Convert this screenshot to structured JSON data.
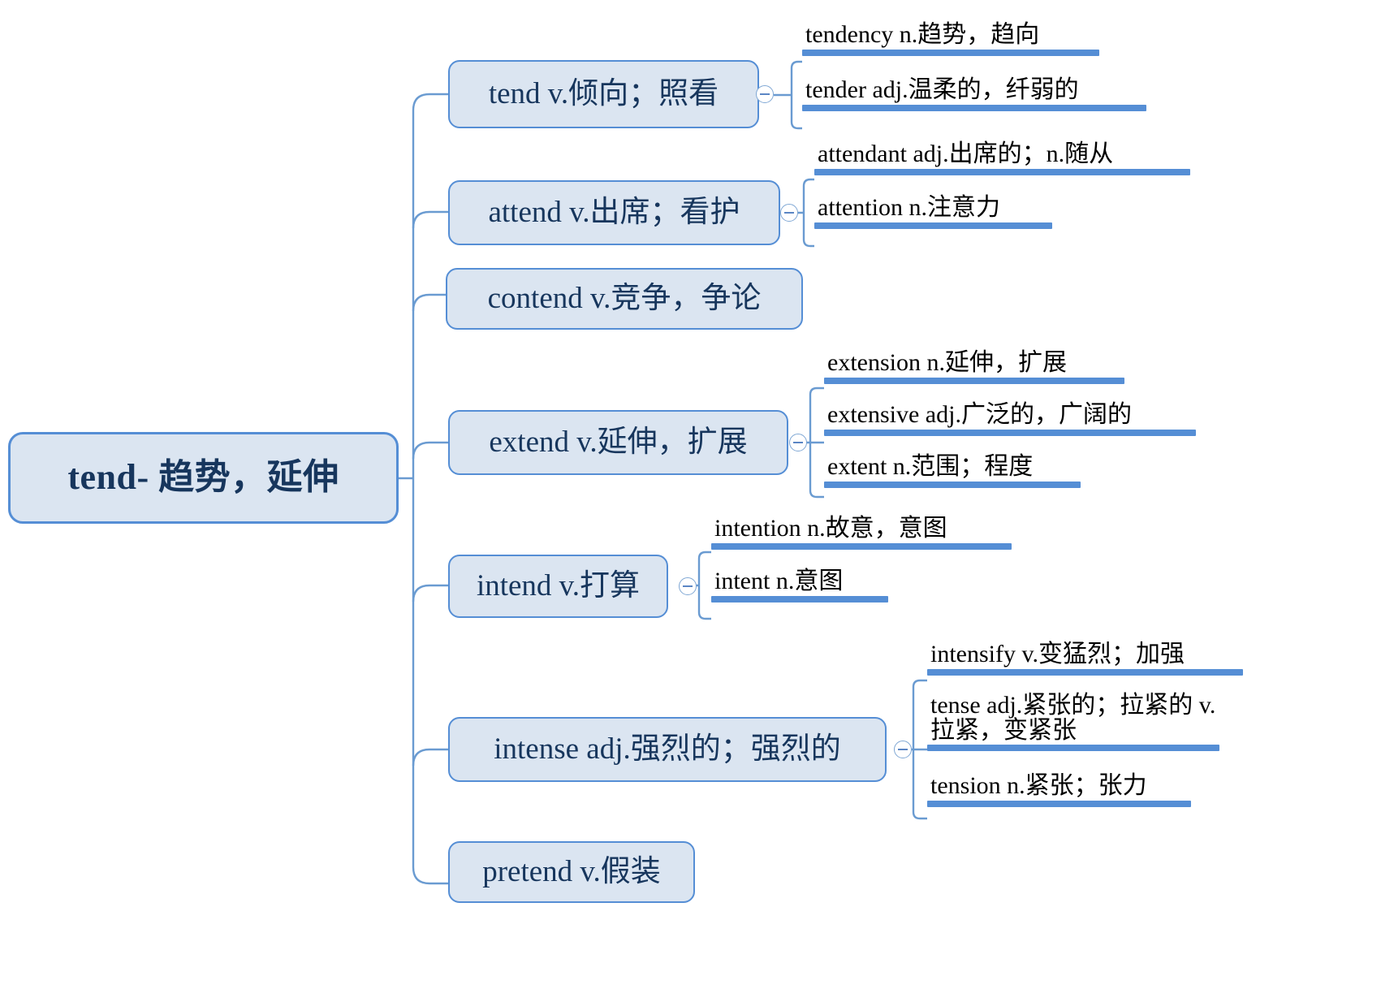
{
  "diagram": {
    "type": "mind-map",
    "title": "tend- 趋势，延伸",
    "colors": {
      "node_fill": "#dbe5f1",
      "node_border": "#558ed5",
      "root_text": "#17365d",
      "branch_text": "#17365d",
      "leaf_text": "#000000",
      "bar": "#558ed5",
      "connector": "#6a9bd1",
      "background": "#ffffff"
    },
    "root": {
      "label": "tend- 趋势，延伸"
    },
    "branches": [
      {
        "id": "tend",
        "label": "tend v.倾向；照看",
        "toggle_icon": "collapse-minus-icon",
        "children": [
          {
            "label": "tendency n.趋势，趋向"
          },
          {
            "label": "tender adj.温柔的，纤弱的"
          }
        ]
      },
      {
        "id": "attend",
        "label": "attend v.出席；看护",
        "toggle_icon": "collapse-minus-icon",
        "children": [
          {
            "label": "attendant adj.出席的；n.随从"
          },
          {
            "label": "attention n.注意力"
          }
        ]
      },
      {
        "id": "contend",
        "label": "contend v.竞争，争论",
        "toggle_icon": null,
        "children": []
      },
      {
        "id": "extend",
        "label": "extend v.延伸，扩展",
        "toggle_icon": "collapse-minus-icon",
        "children": [
          {
            "label": "extension n.延伸，扩展"
          },
          {
            "label": "extensive adj.广泛的，广阔的"
          },
          {
            "label": "extent n.范围；程度"
          }
        ]
      },
      {
        "id": "intend",
        "label": "intend v.打算",
        "toggle_icon": "collapse-minus-icon",
        "children": [
          {
            "label": "intention n.故意，意图"
          },
          {
            "label": "intent n.意图"
          }
        ]
      },
      {
        "id": "intense",
        "label": "intense adj.强烈的；强烈的",
        "toggle_icon": "collapse-minus-icon",
        "children": [
          {
            "label": "intensify v.变猛烈；加强"
          },
          {
            "label": "tense adj.紧张的；拉紧的 v.拉紧，变紧张"
          },
          {
            "label": "tension n.紧张；张力"
          }
        ]
      },
      {
        "id": "pretend",
        "label": "pretend v.假装",
        "toggle_icon": null,
        "children": []
      }
    ]
  }
}
